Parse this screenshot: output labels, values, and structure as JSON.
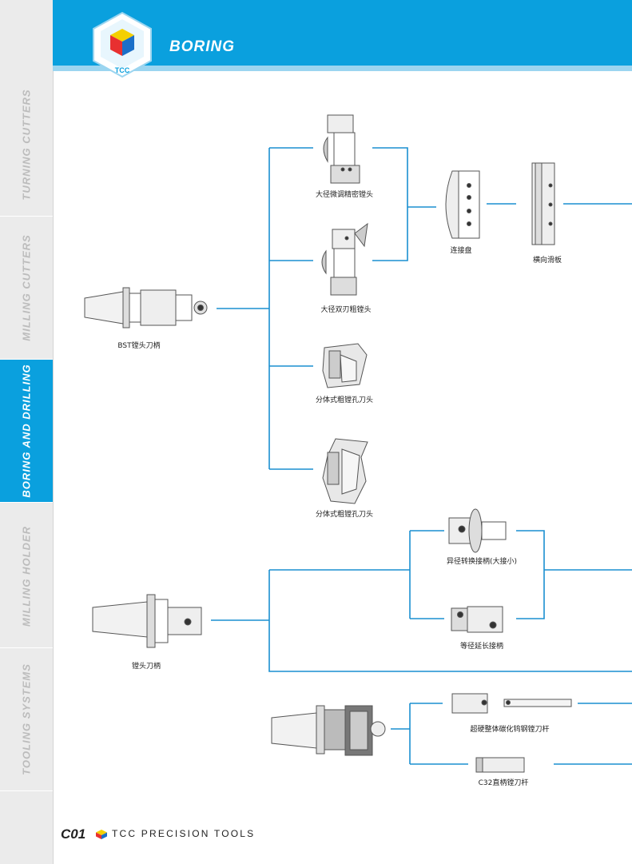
{
  "header": {
    "section_title": "BORING",
    "logo_text": "TCC"
  },
  "sidebar": {
    "tabs": [
      {
        "label": "TURNING CUTTERS",
        "active": false
      },
      {
        "label": "MILLING CUTTERS",
        "active": false
      },
      {
        "label": "BORING AND DRILLING",
        "active": true
      },
      {
        "label": "MILLING HOLDER",
        "active": false
      },
      {
        "label": "TOOLING SYSTEMS",
        "active": false
      }
    ]
  },
  "diagram": {
    "labels": {
      "bst_holder": "BST镗头刀柄",
      "large_fine_boring_head": "大径微调精密镗头",
      "large_twin_rough_boring_head": "大径双刃粗镗头",
      "modular_rough_boring_head_1": "分体式粗镗孔刀头",
      "modular_rough_boring_head_2": "分体式粗镗孔刀头",
      "connecting_plate": "连接盘",
      "cross_slide": "横向滑板",
      "boring_holder": "镗头刀柄",
      "reducing_adapter": "异径转换接柄(大接小)",
      "equal_extension": "等径延长接柄",
      "carbide_boring_bar": "超硬整体碳化钨钢镗刀杆",
      "c32_boring_bar": "C32直柄镗刀杆"
    }
  },
  "colors": {
    "accent": "#0aa0de",
    "connector": "#1a8fd0"
  },
  "footer": {
    "page_number": "C01",
    "brand": "TCC PRECISION TOOLS"
  }
}
